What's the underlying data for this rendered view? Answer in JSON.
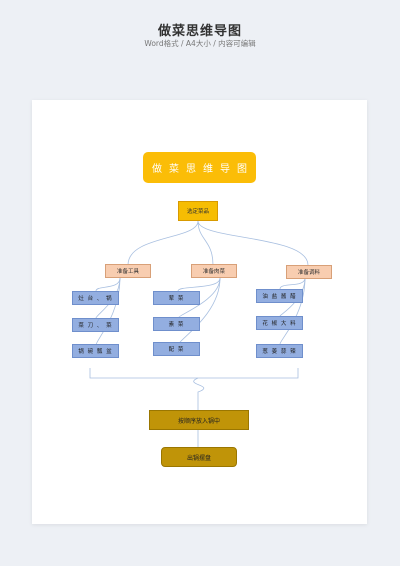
{
  "header": {
    "title": "做菜思维导图",
    "subtitle": "Word格式 / A4大小 / 内容可编辑"
  },
  "mindmap": {
    "title": "做菜思维导图",
    "root": "选定菜品",
    "categories": [
      {
        "label": "准备工具",
        "items": [
          "灶 台 、 锅",
          "菜 刀 、 菜",
          "锅 碗 瓢 盆"
        ]
      },
      {
        "label": "准备肉菜",
        "items": [
          "荤 菜",
          "素 菜",
          "配 菜"
        ]
      },
      {
        "label": "准备调料",
        "items": [
          "油 盐 酱 醋",
          "花 椒 大 料",
          "葱 姜 蒜 辣"
        ]
      }
    ],
    "step": "按顺序放入锅中",
    "final": "出锅摆盘"
  },
  "colors": {
    "background": "#edf0f5",
    "title_fill": "#fbbd07",
    "category_fill": "#f8cdb0",
    "item_fill": "#93aee0",
    "step_fill": "#c09408",
    "connector": "#a8bfe0"
  }
}
